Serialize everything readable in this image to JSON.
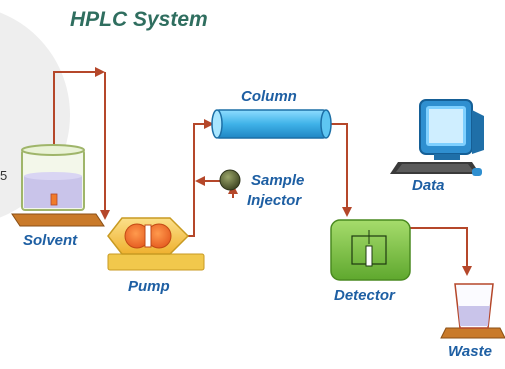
{
  "title": "HPLC System",
  "margin_number": "5",
  "labels": {
    "column": "Column",
    "sample_injector_line1": "Sample",
    "sample_injector_line2": "Injector",
    "solvent": "Solvent",
    "pump": "Pump",
    "detector": "Detector",
    "data": "Data",
    "waste": "Waste"
  },
  "colors": {
    "flow_line": "#b5472a",
    "label_text": "#1e5fa3",
    "title_text": "#2f6e5f",
    "column_fill": "#4cc0f0",
    "pump_body": "#f6c55a",
    "pump_rotor": "#f07b2a",
    "detector_fill": "#7dc142",
    "platform": "#c97a2a",
    "solvent_liquid": "#c9c4ea"
  }
}
